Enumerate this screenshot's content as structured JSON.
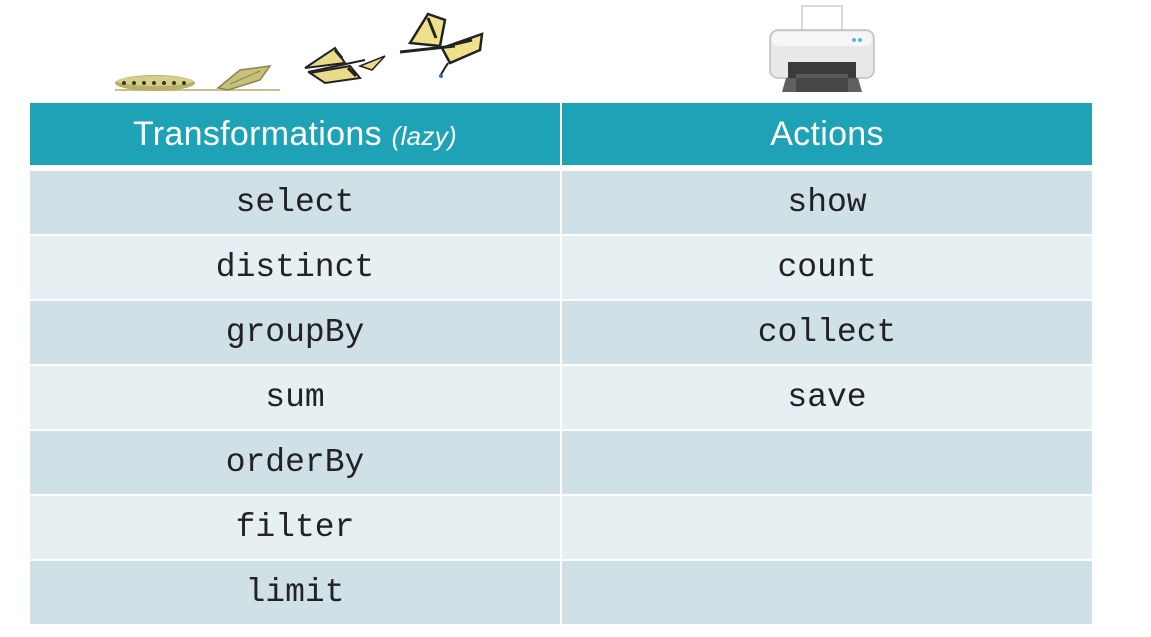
{
  "table": {
    "headers": {
      "transformations": "Transformations",
      "lazy_note": "(lazy)",
      "actions": "Actions"
    },
    "rows": [
      {
        "transformation": "select",
        "action": "show"
      },
      {
        "transformation": "distinct",
        "action": "count"
      },
      {
        "transformation": "groupBy",
        "action": "collect"
      },
      {
        "transformation": "sum",
        "action": "save"
      },
      {
        "transformation": "orderBy",
        "action": ""
      },
      {
        "transformation": "filter",
        "action": ""
      },
      {
        "transformation": "limit",
        "action": ""
      }
    ]
  },
  "illustrations": {
    "left": "caterpillar-to-butterfly-icon",
    "right": "printer-icon"
  },
  "colors": {
    "header_bg": "#1ea2b6",
    "row_dark": "#cfe0e6",
    "row_light": "#e6eff2"
  }
}
